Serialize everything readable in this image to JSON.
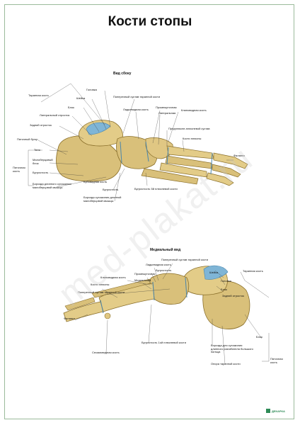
{
  "title": "Кости стопы",
  "lateral": {
    "heading": "Вид сбоку",
    "labels": {
      "talus": "Таранная кость",
      "head": "Головка",
      "neck": "Шейка",
      "trochlea": "Блок",
      "lateral_process": "Латеральный отросток",
      "posterior_process": "Задний отросток",
      "calcaneal_tuber": "Пяточный бугор",
      "body": "Тело",
      "peroneal_trochlea": "Малоберцовый блок",
      "calcaneus": "Пяточная кость",
      "tuberosity_calc": "Бугристость",
      "peroneus_longus_groove": "Борозда длинного сухожилия малоберцовой мышцы",
      "transverse_tarsal_joint": "Поперечный сустав таранной кости",
      "navicular": "Ладьевидная кость",
      "intermediate": "Промежуточная",
      "lateral_cuneiform": "Латеральная",
      "cuneiform": "Клиновидная кость",
      "tarsometatarsal_joint": "Предплюсне-плюсневой сустав",
      "metatarsals": "Кости плюсны",
      "phalanges": "Фаланги",
      "cuboid": "Кубовидная кость",
      "tuberosity_cuboid": "Бугристость",
      "cuboid_groove": "Борозда сухожилия длинной малоберцовой мышцы",
      "fifth_metatarsal_tuberosity": "Бугристость 5й плюсневой кости"
    }
  },
  "medial": {
    "heading": "Медиальный вид",
    "labels": {
      "transverse_tarsal_joint_top": "Поперечный сустав таранной кости",
      "navicular": "Ладьевидная кость",
      "tuberosity": "Бугристость",
      "intermediate": "Промежуточная",
      "medial_cuneiform": "Медиальная",
      "cuneiform": "Клиновидная кость",
      "transverse_tarsal_joint": "Поперечный сустав таранной кости",
      "neck": "Шейка",
      "head": "Головка",
      "talus": "Таранная кость",
      "trochlea": "Блок",
      "posterior_process": "Задний отросток",
      "metatarsals": "Кости плюсны",
      "phalanges": "Фаланги",
      "first_metatarsal_tuberosity": "Бугристость 1ой плюсневой кости",
      "sesamoid": "Сесамовидная кость",
      "fhl_groove": "Борозда для сухожилия длинного разгибателя большого пальца",
      "sustentaculum": "Опора таранной кости",
      "trochlea2": "Блок",
      "calcaneus": "Пяточная кость"
    }
  },
  "watermark": "med-plakat.ru",
  "brand": "ДЕКАРКА",
  "colors": {
    "bone": "#d9c07a",
    "bone_dark": "#a88a3a",
    "cartilage": "#7fb5d6",
    "frame": "#9bbb9b"
  }
}
